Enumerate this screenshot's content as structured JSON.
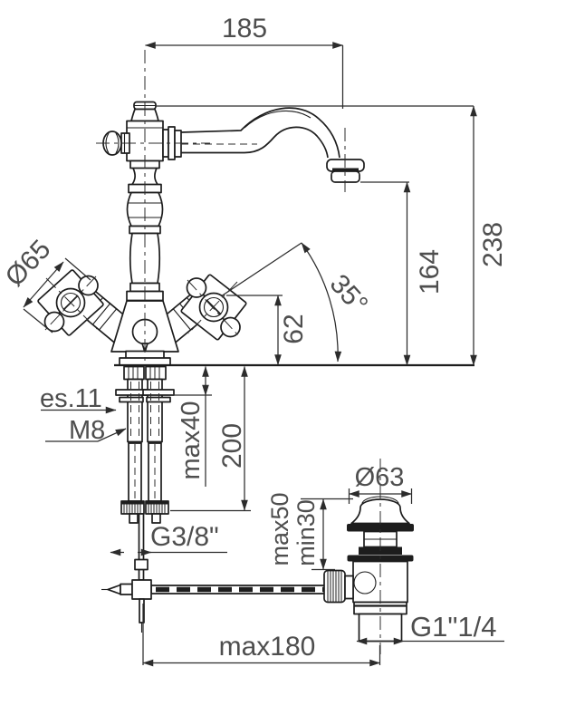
{
  "meta": {
    "drawing_type": "faucet technical dimension drawing",
    "background": "#ffffff",
    "line_color": "#1d1d1d",
    "text_color": "#4e4e4e"
  },
  "dimensions": {
    "spout_reach": "185",
    "total_height": "238",
    "spout_outlet_height": "164",
    "handle_height": "62",
    "handle_angle": "35°",
    "handle_diameter": "Ø65",
    "hex_key": "es.11",
    "fixing_stud": "M8",
    "max_deck_thickness": "max40",
    "supply_hose_length": "200",
    "supply_thread": "G3/8\"",
    "waste_top_max": "max50",
    "waste_top_min": "min30",
    "waste_flange_diameter": "Ø63",
    "waste_thread": "G1\"1/4",
    "rod_reach": "max180"
  }
}
